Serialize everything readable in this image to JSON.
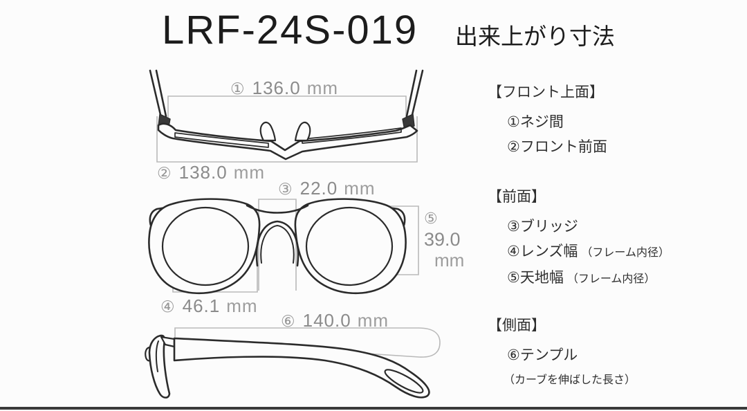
{
  "header": {
    "model": "LRF-24S-019",
    "subtitle": "出来上がり寸法"
  },
  "dimensions": {
    "d1": {
      "num": "①",
      "value": "136.0",
      "unit": "mm"
    },
    "d2": {
      "num": "②",
      "value": "138.0",
      "unit": "mm"
    },
    "d3": {
      "num": "③",
      "value": "22.0",
      "unit": "mm"
    },
    "d4": {
      "num": "④",
      "value": "46.1",
      "unit": "mm"
    },
    "d5": {
      "num": "⑤",
      "value": "39.0",
      "unit": "mm"
    },
    "d6": {
      "num": "⑥",
      "value": "140.0",
      "unit": "mm"
    }
  },
  "legend": {
    "sections": [
      {
        "title": "【フロント上面】",
        "items": [
          {
            "num": "①",
            "label": "ネジ間",
            "suffix": ""
          },
          {
            "num": "②",
            "label": "フロント前面",
            "suffix": ""
          }
        ],
        "note": ""
      },
      {
        "title": "【前面】",
        "items": [
          {
            "num": "③",
            "label": "ブリッジ",
            "suffix": ""
          },
          {
            "num": "④",
            "label": "レンズ幅",
            "suffix": "（フレーム内径）"
          },
          {
            "num": "⑤",
            "label": "天地幅",
            "suffix": "（フレーム内径）"
          }
        ],
        "note": ""
      },
      {
        "title": "【側面】",
        "items": [
          {
            "num": "⑥",
            "label": "テンプル",
            "suffix": ""
          }
        ],
        "note": "（カーブを伸ばした長さ）"
      }
    ]
  },
  "colors": {
    "background": "#fcfcfc",
    "ink": "#2b2b2b",
    "dimension_text": "#8b8b8b",
    "bracket_line": "#b9b9b9",
    "bottom_bar": "#3a3a3a"
  }
}
